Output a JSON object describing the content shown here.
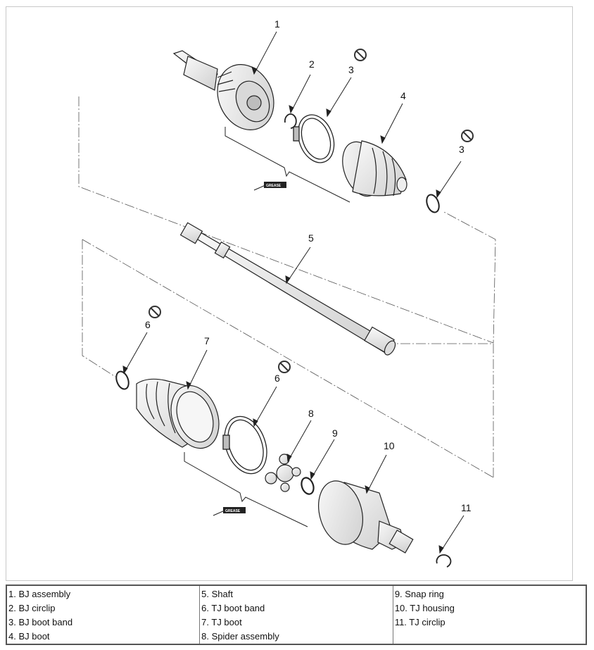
{
  "callouts": {
    "c1": "1",
    "c2": "2",
    "c3a": "3",
    "c3b": "3",
    "c4": "4",
    "c5": "5",
    "c6a": "6",
    "c6b": "6",
    "c7": "7",
    "c8": "8",
    "c9": "9",
    "c10": "10",
    "c11": "11"
  },
  "grease_label": "GREASE",
  "legend": {
    "columns": [
      [
        "1. BJ assembly",
        "2. BJ circlip",
        "3. BJ boot band",
        "4. BJ boot"
      ],
      [
        "5. Shaft",
        "6. TJ boot band",
        "7. TJ boot",
        "8. Spider assembly"
      ],
      [
        "9. Snap ring",
        "10. TJ housing",
        "11. TJ circlip",
        ""
      ]
    ]
  },
  "colors": {
    "line": "#222222",
    "part_fill": "#e9e9e9",
    "shade": "#bdbdbd",
    "border": "#c8c8c8"
  }
}
